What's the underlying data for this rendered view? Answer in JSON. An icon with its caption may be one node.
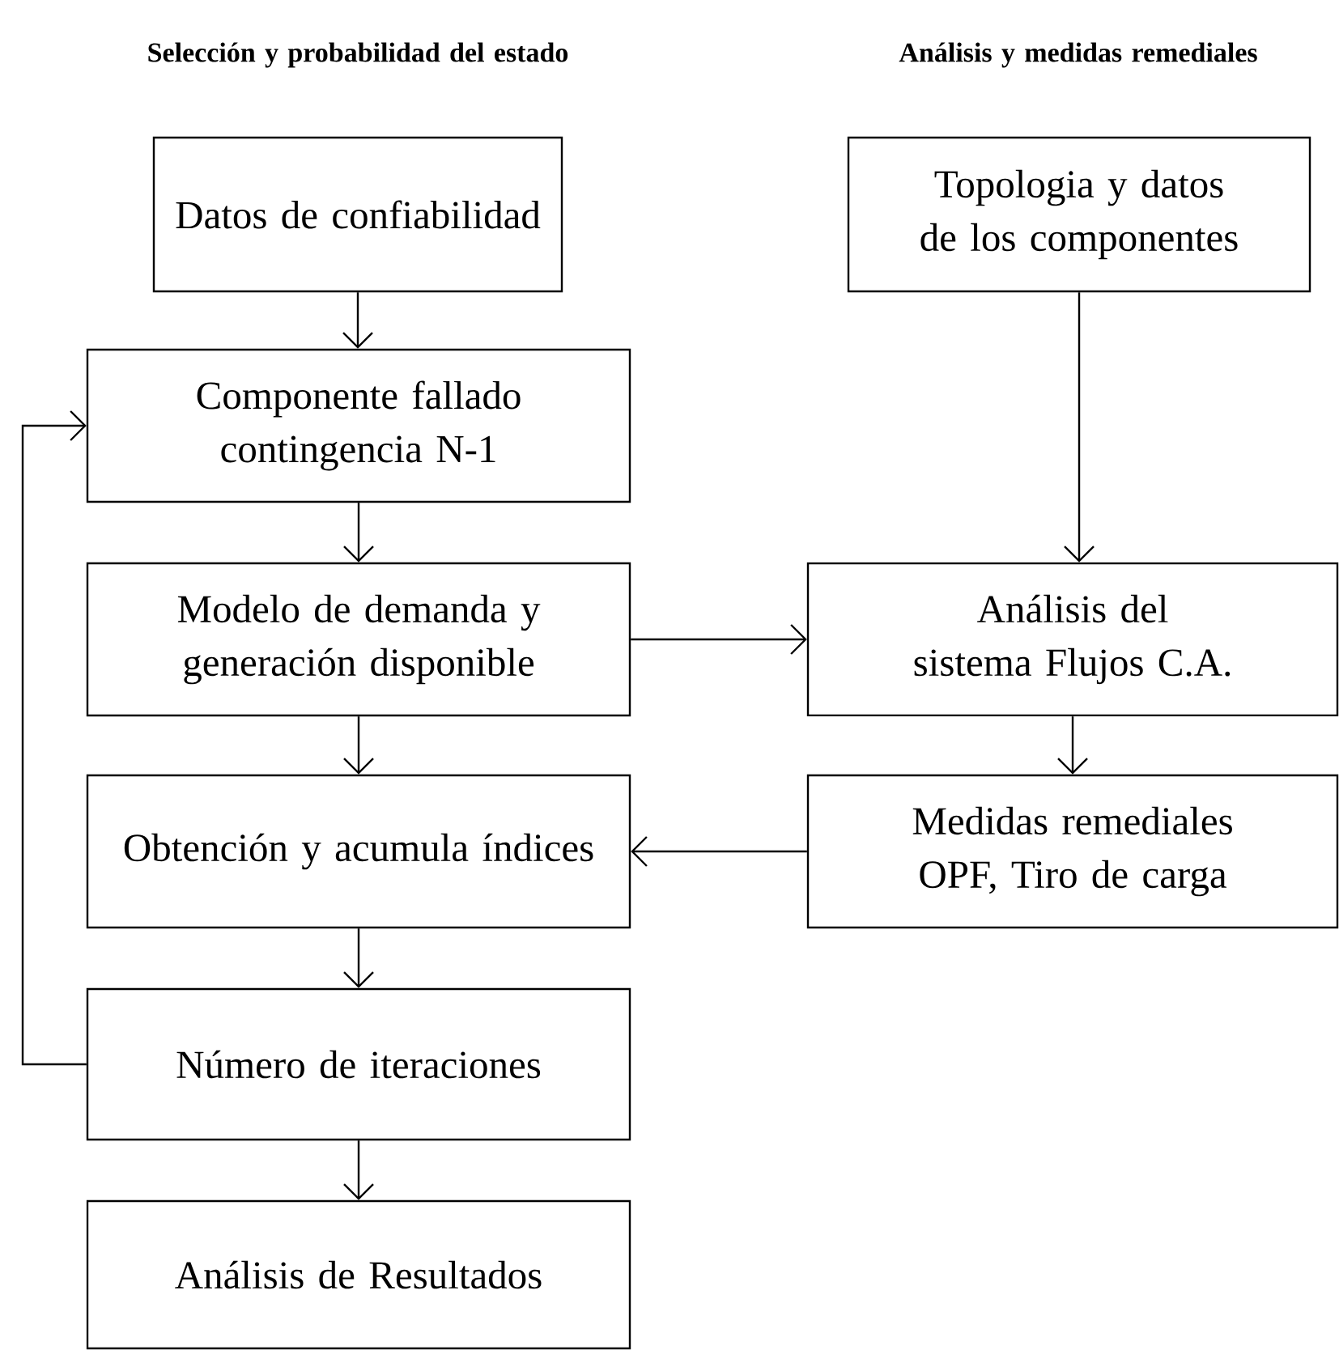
{
  "diagram": {
    "nodes": [
      {
        "text": [
          "Datos de confiabilidad"
        ]
      },
      {
        "text": [
          "Componente fallado contingencia N-1"
        ]
      },
      {
        "text": [
          "Modelo de demanda y generación disponible"
        ]
      },
      {
        "text": [
          "Obtención y acumula índices"
        ]
      },
      {
        "text": [
          "Número de iteraciones"
        ]
      },
      {
        "text": [
          "Análisis de Resultados"
        ]
      },
      {
        "text": [
          "Topologia y datos de los componentes"
        ]
      },
      {
        "text": [
          "Análisis del sistema Flujos C.A."
        ]
      },
      {
        "text": [
          "Medidas remediales OPF, Tiro de carga"
        ]
      }
    ],
    "edges": [
      {
        "from": 0,
        "to": 1,
        "arrow": "to"
      },
      {
        "from": 1,
        "to": 2,
        "arrow": "to"
      },
      {
        "from": 2,
        "to": 3,
        "arrow": "to"
      },
      {
        "from": 3,
        "to": 4,
        "arrow": "to"
      },
      {
        "from": 4,
        "to": 5,
        "arrow": "to"
      },
      {
        "from": 4,
        "to": 1,
        "arrow": "to"
      },
      {
        "from": 6,
        "to": 7,
        "arrow": "to"
      },
      {
        "from": 2,
        "to": 7,
        "arrow": "to"
      },
      {
        "from": 7,
        "to": 8,
        "arrow": "to"
      },
      {
        "from": 8,
        "to": 3,
        "arrow": "to"
      }
    ],
    "labels": [
      "Selección y probabilidad del estado",
      "Análisis y medidas remediales"
    ]
  }
}
